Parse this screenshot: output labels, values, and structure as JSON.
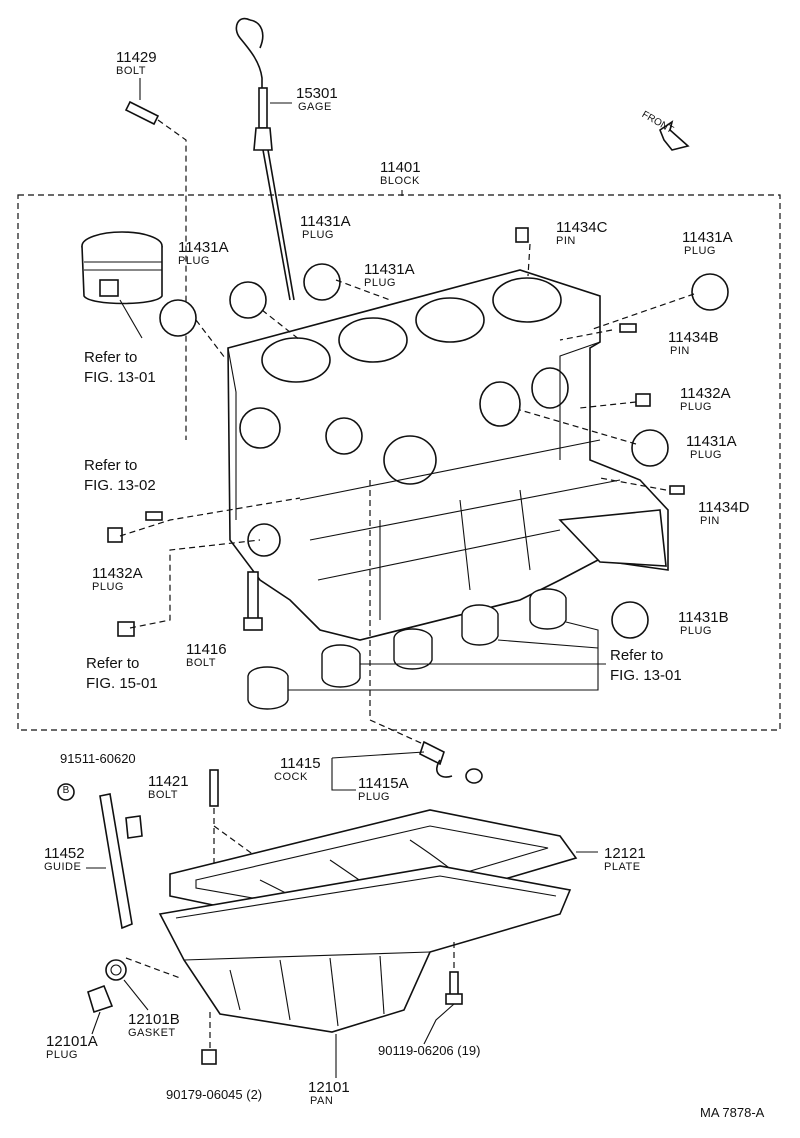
{
  "parts": {
    "bolt_11429": {
      "number": "11429",
      "name": "BOLT"
    },
    "gage_15301": {
      "number": "15301",
      "name": "GAGE"
    },
    "block_11401": {
      "number": "11401",
      "name": "BLOCK"
    },
    "plug_11431a_left": {
      "number": "11431A",
      "name": "PLUG"
    },
    "plug_11431a_top": {
      "number": "11431A",
      "name": "PLUG"
    },
    "plug_11431a_mid": {
      "number": "11431A",
      "name": "PLUG"
    },
    "pin_11434c": {
      "number": "11434C",
      "name": "PIN"
    },
    "plug_11431a_right": {
      "number": "11431A",
      "name": "PLUG"
    },
    "pin_11434b": {
      "number": "11434B",
      "name": "PIN"
    },
    "plug_11432a_right": {
      "number": "11432A",
      "name": "PLUG"
    },
    "plug_11431a_right2": {
      "number": "11431A",
      "name": "PLUG"
    },
    "pin_11434d": {
      "number": "11434D",
      "name": "PIN"
    },
    "plug_11432a_left": {
      "number": "11432A",
      "name": "PLUG"
    },
    "bolt_11416": {
      "number": "11416",
      "name": "BOLT"
    },
    "plug_11431b": {
      "number": "11431B",
      "name": "PLUG"
    },
    "cock_11415": {
      "number": "11415",
      "name": "COCK"
    },
    "plug_11415a": {
      "number": "11415A",
      "name": "PLUG"
    },
    "bolt_11421": {
      "number": "11421",
      "name": "BOLT"
    },
    "guide_11452": {
      "number": "11452",
      "name": "GUIDE"
    },
    "plate_12121": {
      "number": "12121",
      "name": "PLATE"
    },
    "gasket_12101b": {
      "number": "12101B",
      "name": "GASKET"
    },
    "plug_12101a": {
      "number": "12101A",
      "name": "PLUG"
    },
    "pan_12101": {
      "number": "12101",
      "name": "PAN"
    }
  },
  "codes": {
    "std_91511": "91511-60620",
    "std_90119": "90119-06206 (19)",
    "std_90179": "90179-06045 (2)"
  },
  "marker_b": "B",
  "refs": {
    "ref_piston": {
      "line1": "Refer to",
      "line2": "FIG. 13-01"
    },
    "ref_fig1302": {
      "line1": "Refer to",
      "line2": "FIG. 13-02"
    },
    "ref_fig1501": {
      "line1": "Refer to",
      "line2": "FIG. 15-01"
    },
    "ref_bearings": {
      "line1": "Refer to",
      "line2": "FIG. 13-01"
    }
  },
  "front_label": "FRONT",
  "catalog_id": "MA 7878-A"
}
